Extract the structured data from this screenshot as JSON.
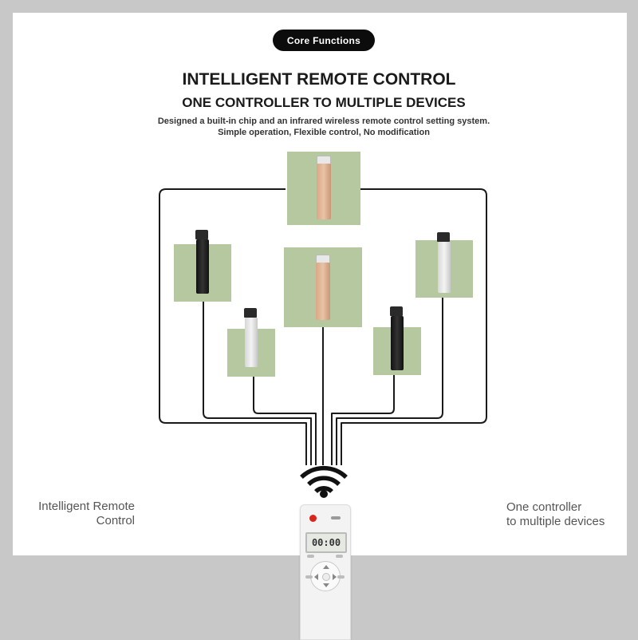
{
  "header": {
    "badge": "Core Functions",
    "title": "INTELLIGENT REMOTE CONTROL",
    "subtitle": "ONE CONTROLLER TO MULTIPLE DEVICES",
    "description_line1": "Designed a built-in chip and an infrared wireless remote control setting system.",
    "description_line2": "Simple operation, Flexible control, No modification"
  },
  "labels": {
    "left": [
      "Intelligent Remote",
      "Control"
    ],
    "right": [
      "One controller",
      "to multiple devices"
    ]
  },
  "remote": {
    "display": "00:00"
  },
  "colors": {
    "background": "#c8c8c8",
    "panel": "#ffffff",
    "device_tile": "#b5c8a0",
    "wire": "#1a1a1a",
    "power_button": "#d8261c"
  },
  "devices": [
    {
      "name": "device-top-center",
      "finish": "rose-gold"
    },
    {
      "name": "device-left-upper",
      "finish": "black"
    },
    {
      "name": "device-center",
      "finish": "rose-gold"
    },
    {
      "name": "device-right-upper",
      "finish": "silver"
    },
    {
      "name": "device-left-lower",
      "finish": "silver"
    },
    {
      "name": "device-right-lower",
      "finish": "black"
    }
  ]
}
